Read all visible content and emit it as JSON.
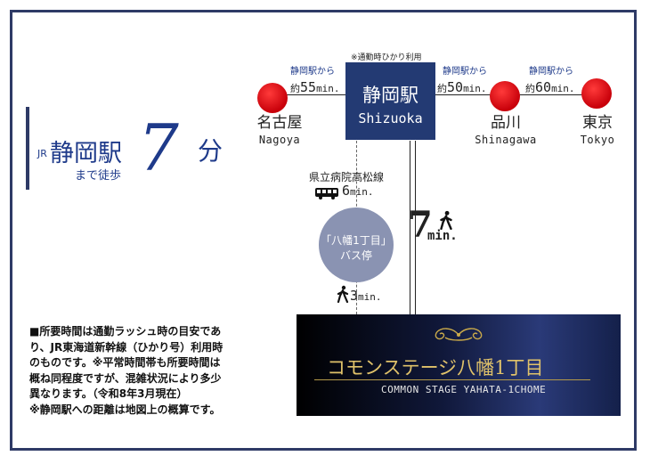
{
  "headline": {
    "jr": "JR",
    "station": "静岡駅",
    "walk": "まで徒歩",
    "minutes": "7",
    "unit": "分"
  },
  "shizuoka": {
    "note": "※通勤時ひかり利用",
    "name_jp": "静岡駅",
    "name_en": "Shizuoka"
  },
  "routes": [
    {
      "from": "静岡駅から",
      "approx": "約",
      "time": "55",
      "unit": "min.",
      "city_jp": "名古屋",
      "city_en": "Nagoya"
    },
    {
      "from": "静岡駅から",
      "approx": "約",
      "time": "50",
      "unit": "min.",
      "city_jp": "品川",
      "city_en": "Shinagawa"
    },
    {
      "from": "静岡駅から",
      "approx": "約",
      "time": "60",
      "unit": "min.",
      "city_jp": "東京",
      "city_en": "Tokyo"
    }
  ],
  "bus": {
    "line": "県立病院高松線",
    "time": "6",
    "unit": "min.",
    "stop_line1": "「八幡1丁目」",
    "stop_line2": "バス停",
    "walk_time": "3",
    "walk_unit": "min."
  },
  "walk_direct": {
    "time": "7",
    "unit": "min."
  },
  "property": {
    "name_jp": "コモンステージ八幡1丁目",
    "name_en": "COMMON STAGE YAHATA-1CHOME"
  },
  "notes": [
    "■所要時間は通勤ラッシュ時の目安であ",
    "り、JR東海道新幹線（ひかり号）利用時",
    "のものです。※平常時間帯も所要時間は",
    "概ね同程度ですが、混雑状況により多少",
    "異なります。（令和8年3月現在）",
    "※静岡駅への距離は地図上の概算です。"
  ],
  "colors": {
    "frame": "#2e3a66",
    "station_box": "#233a73",
    "accent": "#1e3a8a",
    "dot": "#d0000c",
    "stop_circle": "#8a93b2"
  }
}
